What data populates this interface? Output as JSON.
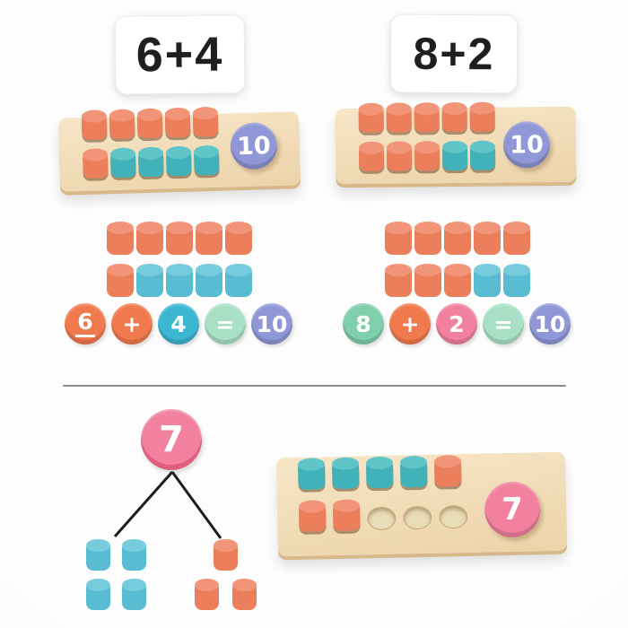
{
  "colors": {
    "card_bg": "#ffffff",
    "card_border": "#e9e9e9",
    "card_text": "#1f1f1f",
    "wood": "#ecd3a9",
    "wood_light": "#f6e6c7",
    "wood_edge": "#d6b88a",
    "hole_fill": "#e9dcb8",
    "hole_rim": "#c6a87a",
    "orange": "#ec7f5b",
    "orange_top": "#f29478",
    "orange_bright": "#f07a4e",
    "teal": "#42b2ba",
    "teal_top": "#60c5c8",
    "blue": "#58bcd2",
    "blue_top": "#76ccdd",
    "cyan_disc": "#3db6d2",
    "mint": "#7fceac",
    "mint_light": "#a9e0c5",
    "periwinkle": "#8f97d6",
    "pink": "#f2819f",
    "pink_deep": "#e05f80",
    "divider": "#8b8b8b",
    "bond_line": "#1c1c1c"
  },
  "cards": [
    {
      "label": "6+4"
    },
    {
      "label": "8+2"
    }
  ],
  "boards": [
    {
      "disc_value": "10",
      "disc_color": "periwinkle",
      "rows": [
        [
          "orange",
          "orange",
          "orange",
          "orange",
          "orange"
        ],
        [
          "orange",
          "teal",
          "teal",
          "teal",
          "teal"
        ]
      ]
    },
    {
      "disc_value": "10",
      "disc_color": "periwinkle",
      "rows": [
        [
          "orange",
          "orange",
          "orange",
          "orange",
          "orange"
        ],
        [
          "orange",
          "orange",
          "orange",
          "teal",
          "teal"
        ]
      ]
    },
    {
      "disc_value": "7",
      "disc_color": "pink",
      "rows": [
        [
          "teal",
          "teal",
          "teal",
          "teal",
          "orange"
        ],
        [
          "orange",
          "orange",
          "hole",
          "hole",
          "hole"
        ]
      ]
    }
  ],
  "loose_groups": [
    {
      "rows": [
        [
          "orange",
          "orange",
          "orange",
          "orange",
          "orange"
        ],
        [
          "orange",
          "blue",
          "blue",
          "blue",
          "blue"
        ]
      ]
    },
    {
      "rows": [
        [
          "orange",
          "orange",
          "orange",
          "orange",
          "orange"
        ],
        [
          "orange",
          "orange",
          "orange",
          "blue",
          "blue"
        ]
      ]
    }
  ],
  "equations": [
    {
      "tokens": [
        {
          "text": "6",
          "color": "orange_bright",
          "underline": true
        },
        {
          "text": "+",
          "color": "orange_bright"
        },
        {
          "text": "4",
          "color": "cyan_disc"
        },
        {
          "text": "=",
          "color": "mint_light"
        },
        {
          "text": "10",
          "color": "periwinkle"
        }
      ]
    },
    {
      "tokens": [
        {
          "text": "8",
          "color": "mint"
        },
        {
          "text": "+",
          "color": "orange_bright"
        },
        {
          "text": "2",
          "color": "pink"
        },
        {
          "text": "=",
          "color": "mint_light"
        },
        {
          "text": "10",
          "color": "periwinkle"
        }
      ]
    }
  ],
  "number_bond": {
    "total": "7",
    "left_rows": [
      [
        "blue",
        "blue"
      ],
      [
        "blue",
        "blue"
      ]
    ],
    "right_rows": [
      [
        "orange"
      ],
      [
        "orange",
        "orange"
      ]
    ]
  }
}
